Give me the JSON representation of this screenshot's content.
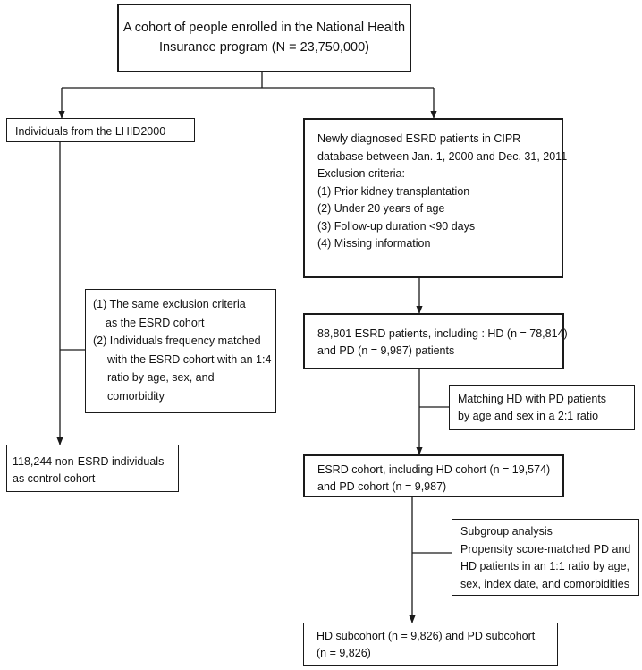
{
  "top_box": {
    "line1": "A cohort of people enrolled in the National Health",
    "line2": "Insurance program (N = 23,750,000)"
  },
  "lhid_box": {
    "text": "Individuals from the LHID2000"
  },
  "esrd_new_box": {
    "lines": [
      "Newly diagnosed ESRD patients in CIPR",
      "database  between Jan. 1, 2000  and  Dec. 31,  2011",
      "Exclusion criteria:",
      "(1) Prior kidney transplantation",
      "(2) Under 20 years of age",
      "(3) Follow-up duration <90 days",
      "(4) Missing information"
    ]
  },
  "exclusion_note_box": {
    "item1_line1": "(1)  The same exclusion criteria",
    "item1_line2": "as the  ESRD  cohort",
    "item2_line1": "(2)  Individuals frequency matched",
    "item2_line2": "with the ESRD cohort with an 1:4",
    "item2_line3": "ratio by age, sex, and",
    "item2_line4": "comorbidity"
  },
  "esrd_patients_box": {
    "line1": "88,801 ESRD patients, including : HD  (n = 78,814)",
    "line2": "and PD (n = 9,987)  patients"
  },
  "matching_note_box": {
    "line1": "Matching HD with PD patients",
    "line2": "by age and sex in a 2:1 ratio"
  },
  "control_box": {
    "line1": "118,244 non-ESRD individuals",
    "line2": "as control cohort"
  },
  "esrd_cohort_box": {
    "line1": "ESRD cohort, including HD cohort (n = 19,574)",
    "line2": "and PD cohort (n = 9,987)"
  },
  "subgroup_note_box": {
    "lines": [
      "Subgroup analysis",
      "Propensity score-matched PD and",
      "HD patients in an 1:1 ratio by age,",
      "sex, index date, and comorbidities"
    ]
  },
  "subcohort_box": {
    "line1": "HD subcohort (n = 9,826) and PD subcohort",
    "line2": "(n = 9,826)"
  }
}
